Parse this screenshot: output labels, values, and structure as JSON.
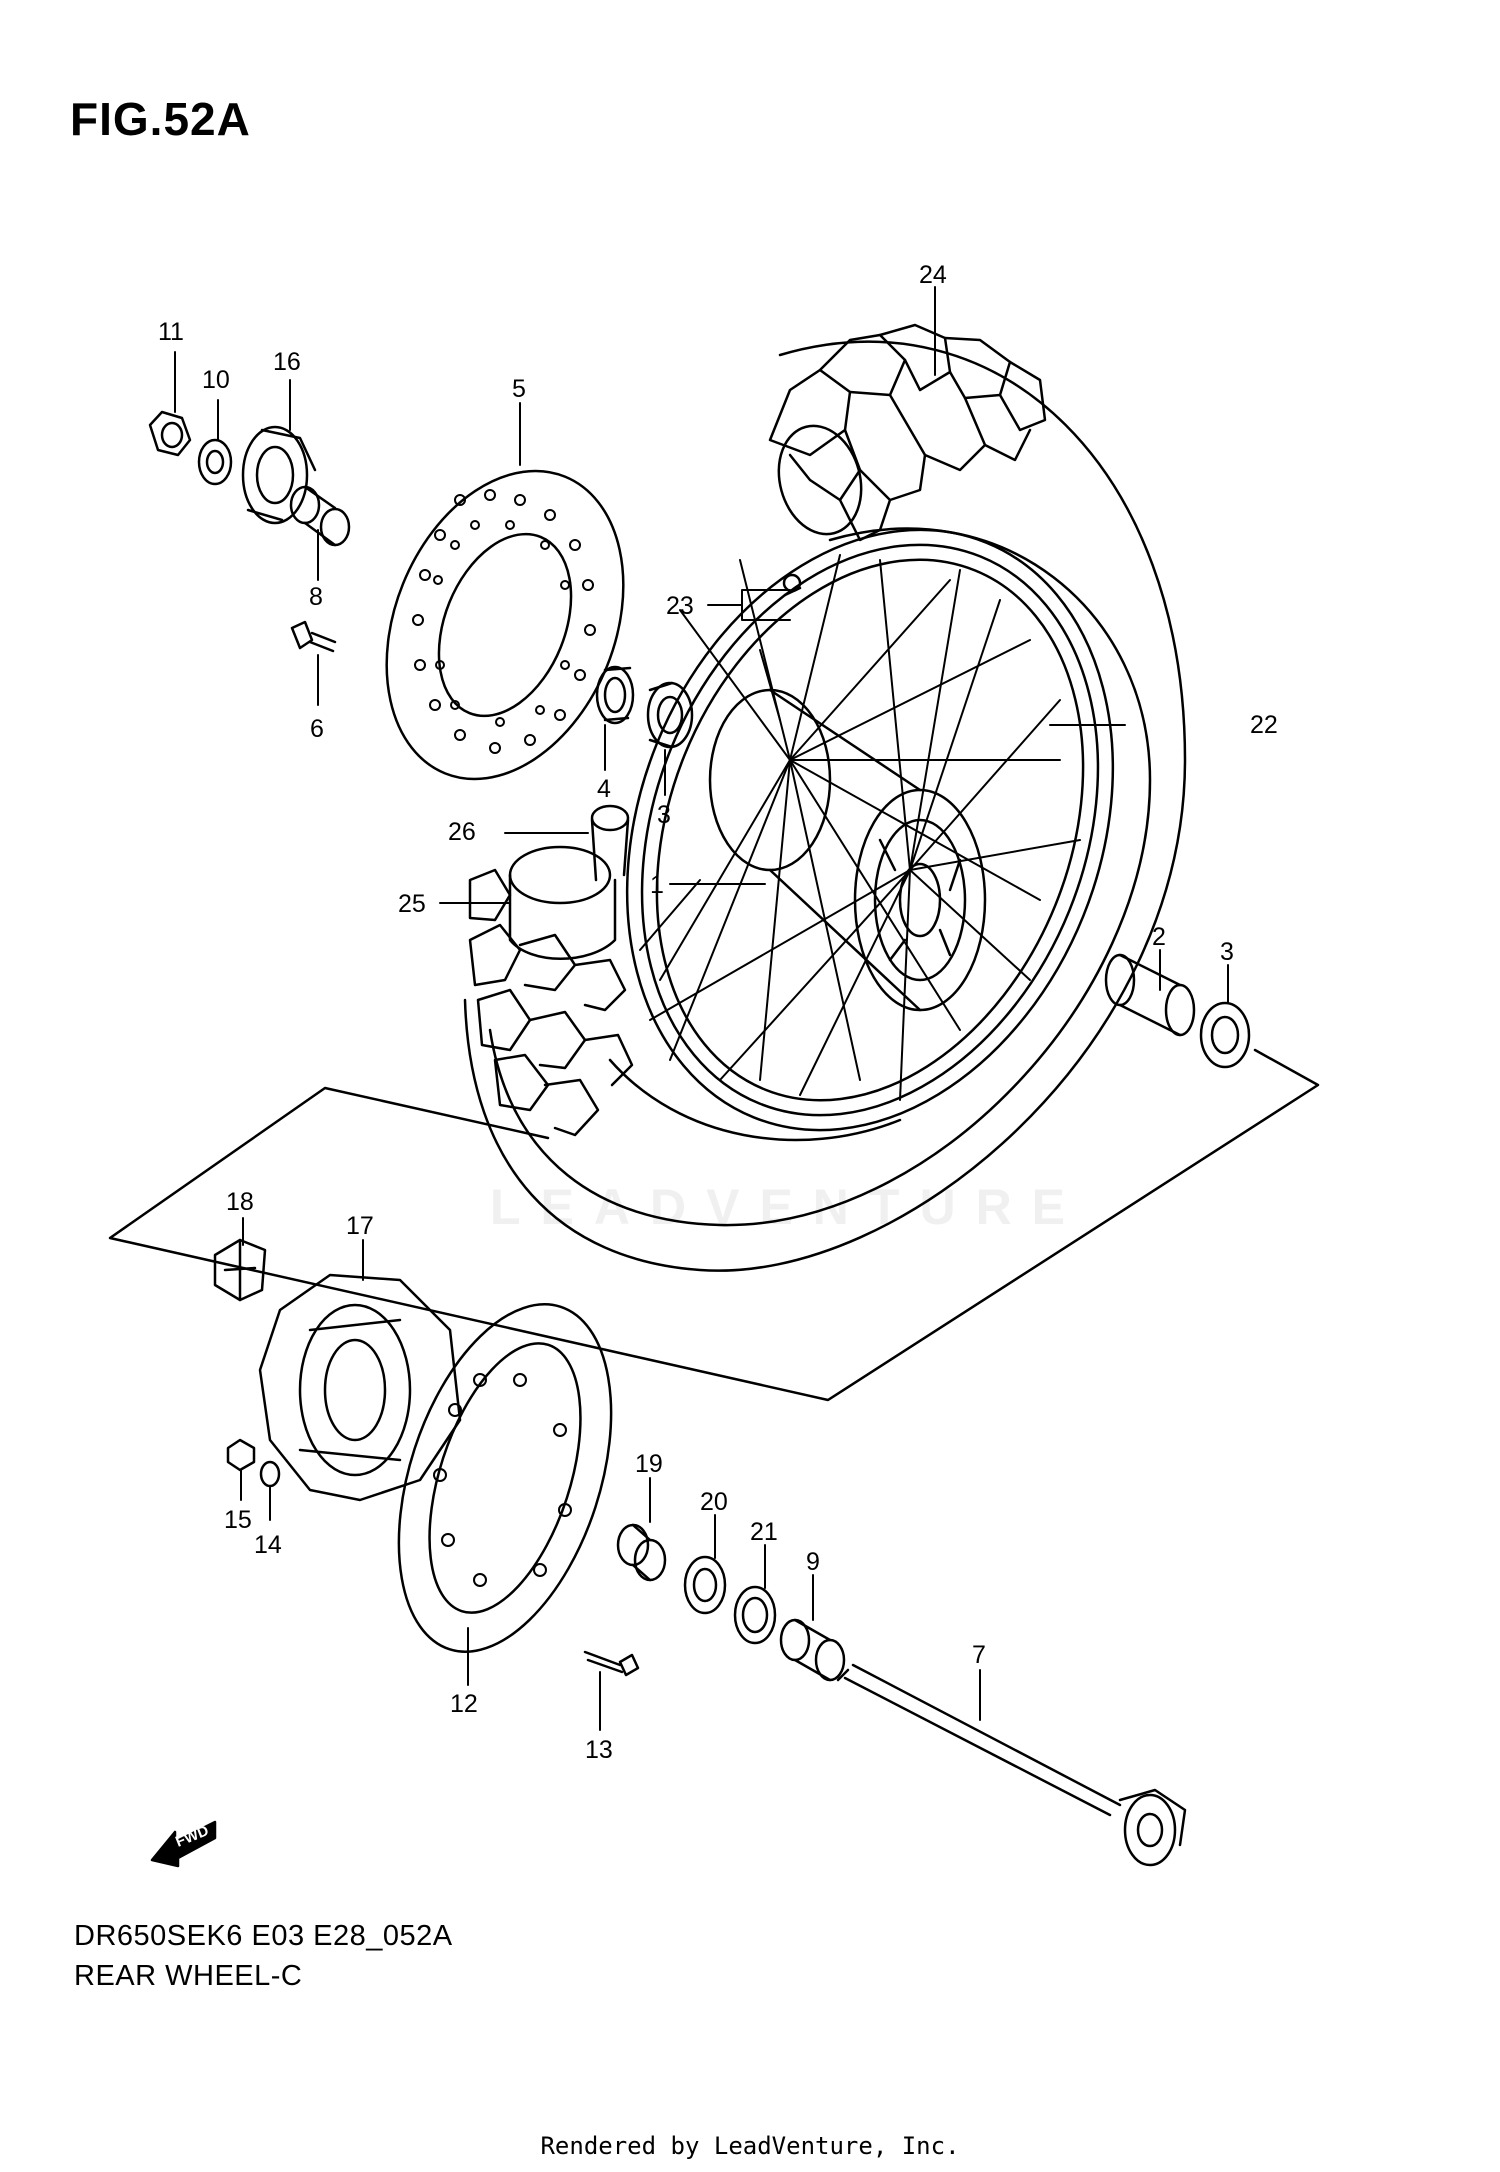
{
  "figure": {
    "title": "FIG.52A",
    "model_code": "DR650SEK6 E03 E28_052A",
    "section_name": "REAR WHEEL-C",
    "rendered_by": "Rendered by LeadVenture, Inc.",
    "watermark": "LEADVENTURE",
    "fwd_label": "FWD"
  },
  "callouts": [
    {
      "key": "c24",
      "label": "24"
    },
    {
      "key": "c11",
      "label": "11"
    },
    {
      "key": "c10",
      "label": "10"
    },
    {
      "key": "c16",
      "label": "16"
    },
    {
      "key": "c5",
      "label": "5"
    },
    {
      "key": "c8",
      "label": "8"
    },
    {
      "key": "c6",
      "label": "6"
    },
    {
      "key": "c23",
      "label": "23"
    },
    {
      "key": "c22",
      "label": "22"
    },
    {
      "key": "c4",
      "label": "4"
    },
    {
      "key": "c3a",
      "label": "3"
    },
    {
      "key": "c26",
      "label": "26"
    },
    {
      "key": "c1",
      "label": "1"
    },
    {
      "key": "c25",
      "label": "25"
    },
    {
      "key": "c2",
      "label": "2"
    },
    {
      "key": "c3b",
      "label": "3"
    },
    {
      "key": "c18",
      "label": "18"
    },
    {
      "key": "c17",
      "label": "17"
    },
    {
      "key": "c15",
      "label": "15"
    },
    {
      "key": "c14",
      "label": "14"
    },
    {
      "key": "c19",
      "label": "19"
    },
    {
      "key": "c20",
      "label": "20"
    },
    {
      "key": "c21",
      "label": "21"
    },
    {
      "key": "c9",
      "label": "9"
    },
    {
      "key": "c7",
      "label": "7"
    },
    {
      "key": "c12",
      "label": "12"
    },
    {
      "key": "c13",
      "label": "13"
    }
  ]
}
